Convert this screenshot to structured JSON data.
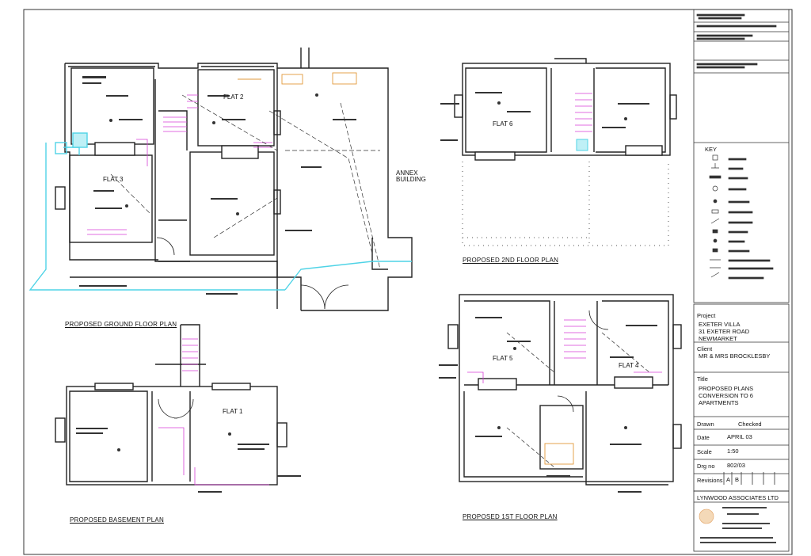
{
  "plans": {
    "ground": "PROPOSED GROUND FLOOR PLAN",
    "basement": "PROPOSED BASEMENT PLAN",
    "second": "PROPOSED 2ND FLOOR PLAN",
    "first": "PROPOSED 1ST FLOOR PLAN"
  },
  "flats": {
    "flat1": "FLAT 1",
    "flat2": "FLAT 2",
    "flat3": "FLAT 3",
    "flat4": "FLAT 4",
    "flat5": "FLAT 5",
    "flat6": "FLAT 6"
  },
  "annex": {
    "line1": "ANNEX",
    "line2": "BUILDING"
  },
  "key": {
    "title": "KEY"
  },
  "titleblock": {
    "project_label": "Project",
    "project_line1": "EXETER VILLA",
    "project_line2": "31 EXETER ROAD",
    "project_line3": "NEWMARKET",
    "client_label": "Client",
    "client_value": "MR & MRS BROCKLESBY",
    "title_label": "Title",
    "title_line1": "PROPOSED PLANS",
    "title_line2": "CONVERSION TO 6",
    "title_line3": "APARTMENTS",
    "drawn_label": "Drawn",
    "checked_label": "Checked",
    "date_label": "Date",
    "date_value": "APRIL 03",
    "scale_label": "Scale",
    "scale_value": "1:50",
    "drg_label": "Drg no",
    "drg_value": "802/03",
    "revisions_label": "Revisions",
    "rev_a": "A",
    "rev_b": "B",
    "company": "LYNWOOD ASSOCIATES LTD"
  },
  "colors": {
    "line": "#222222",
    "cyan": "#4fd3e6",
    "magenta": "#d63fd6",
    "orange": "#e29a3a"
  }
}
